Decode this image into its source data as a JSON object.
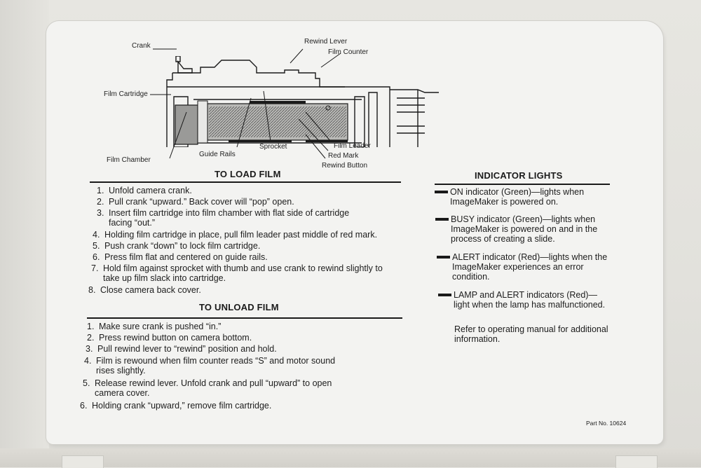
{
  "diagram": {
    "labels": {
      "crank": "Crank",
      "rewind_lever": "Rewind Lever",
      "film_counter": "Film Counter",
      "film_cartridge": "Film Cartridge",
      "guide_rails": "Guide Rails",
      "sprocket": "Sprocket",
      "film_leader": "Film Leader",
      "red_mark": "Red Mark",
      "rewind_button": "Rewind Button",
      "film_chamber": "Film Chamber"
    }
  },
  "load_film": {
    "title": "TO LOAD FILM",
    "steps": [
      {
        "num": "1.",
        "text": "Unfold camera crank.",
        "cont": ""
      },
      {
        "num": "2.",
        "text": "Pull crank “upward.” Back cover will “pop” open.",
        "cont": ""
      },
      {
        "num": "3.",
        "text": "Insert film cartridge into film chamber with flat side of cartridge",
        "cont": "facing “out.”"
      },
      {
        "num": "4.",
        "text": "Holding film cartridge in place, pull film leader past middle of red mark.",
        "cont": ""
      },
      {
        "num": "5.",
        "text": "Push crank “down” to lock film cartridge.",
        "cont": ""
      },
      {
        "num": "6.",
        "text": "Press film flat and centered on guide rails.",
        "cont": ""
      },
      {
        "num": "7.",
        "text": "Hold film against sprocket with thumb and use crank to rewind slightly to",
        "cont": "take up film slack into cartridge."
      },
      {
        "num": "8.",
        "text": "Close camera back cover.",
        "cont": ""
      }
    ]
  },
  "unload_film": {
    "title": "TO UNLOAD FILM",
    "steps": [
      {
        "num": "1.",
        "text": "Make sure crank is pushed “in.”",
        "cont": ""
      },
      {
        "num": "2.",
        "text": "Press rewind button on camera bottom.",
        "cont": ""
      },
      {
        "num": "3.",
        "text": "Pull rewind lever to “rewind” position and hold.",
        "cont": ""
      },
      {
        "num": "4.",
        "text": "Film is rewound when film counter reads “S” and motor sound",
        "cont": "rises slightly."
      },
      {
        "num": "5.",
        "text": "Release rewind lever. Unfold crank and pull “upward” to open",
        "cont": "camera cover."
      },
      {
        "num": "6.",
        "text": "Holding crank “upward,” remove film cartridge.",
        "cont": ""
      }
    ]
  },
  "indicators": {
    "title": "INDICATOR LIGHTS",
    "items": [
      {
        "lines": [
          "ON indicator (Green)—lights when",
          "ImageMaker is powered on."
        ]
      },
      {
        "lines": [
          "BUSY indicator (Green)—lights when",
          "ImageMaker is powered on and in the",
          "process of creating a slide."
        ]
      },
      {
        "lines": [
          "ALERT indicator (Red)—lights when the",
          "ImageMaker experiences an error",
          "condition."
        ]
      },
      {
        "lines": [
          "LAMP and ALERT indicators (Red)—",
          "light when the lamp has malfunctioned."
        ]
      }
    ],
    "note": [
      "Refer to operating manual for additional",
      "information."
    ]
  },
  "part_no": "Part No. 10624"
}
